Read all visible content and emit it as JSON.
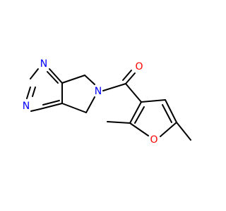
{
  "molecule": {
    "atoms": {
      "n_pyrimidine_top": {
        "symbol": "N",
        "color": "#0000ff"
      },
      "n_pyrimidine_left": {
        "symbol": "N",
        "color": "#0000ff"
      },
      "n_pyrroline": {
        "symbol": "N",
        "color": "#0000ff"
      },
      "o_carbonyl": {
        "symbol": "O",
        "color": "#ff0000"
      },
      "o_furan": {
        "symbol": "O",
        "color": "#ff0000"
      }
    },
    "bond_color": "#000000"
  }
}
